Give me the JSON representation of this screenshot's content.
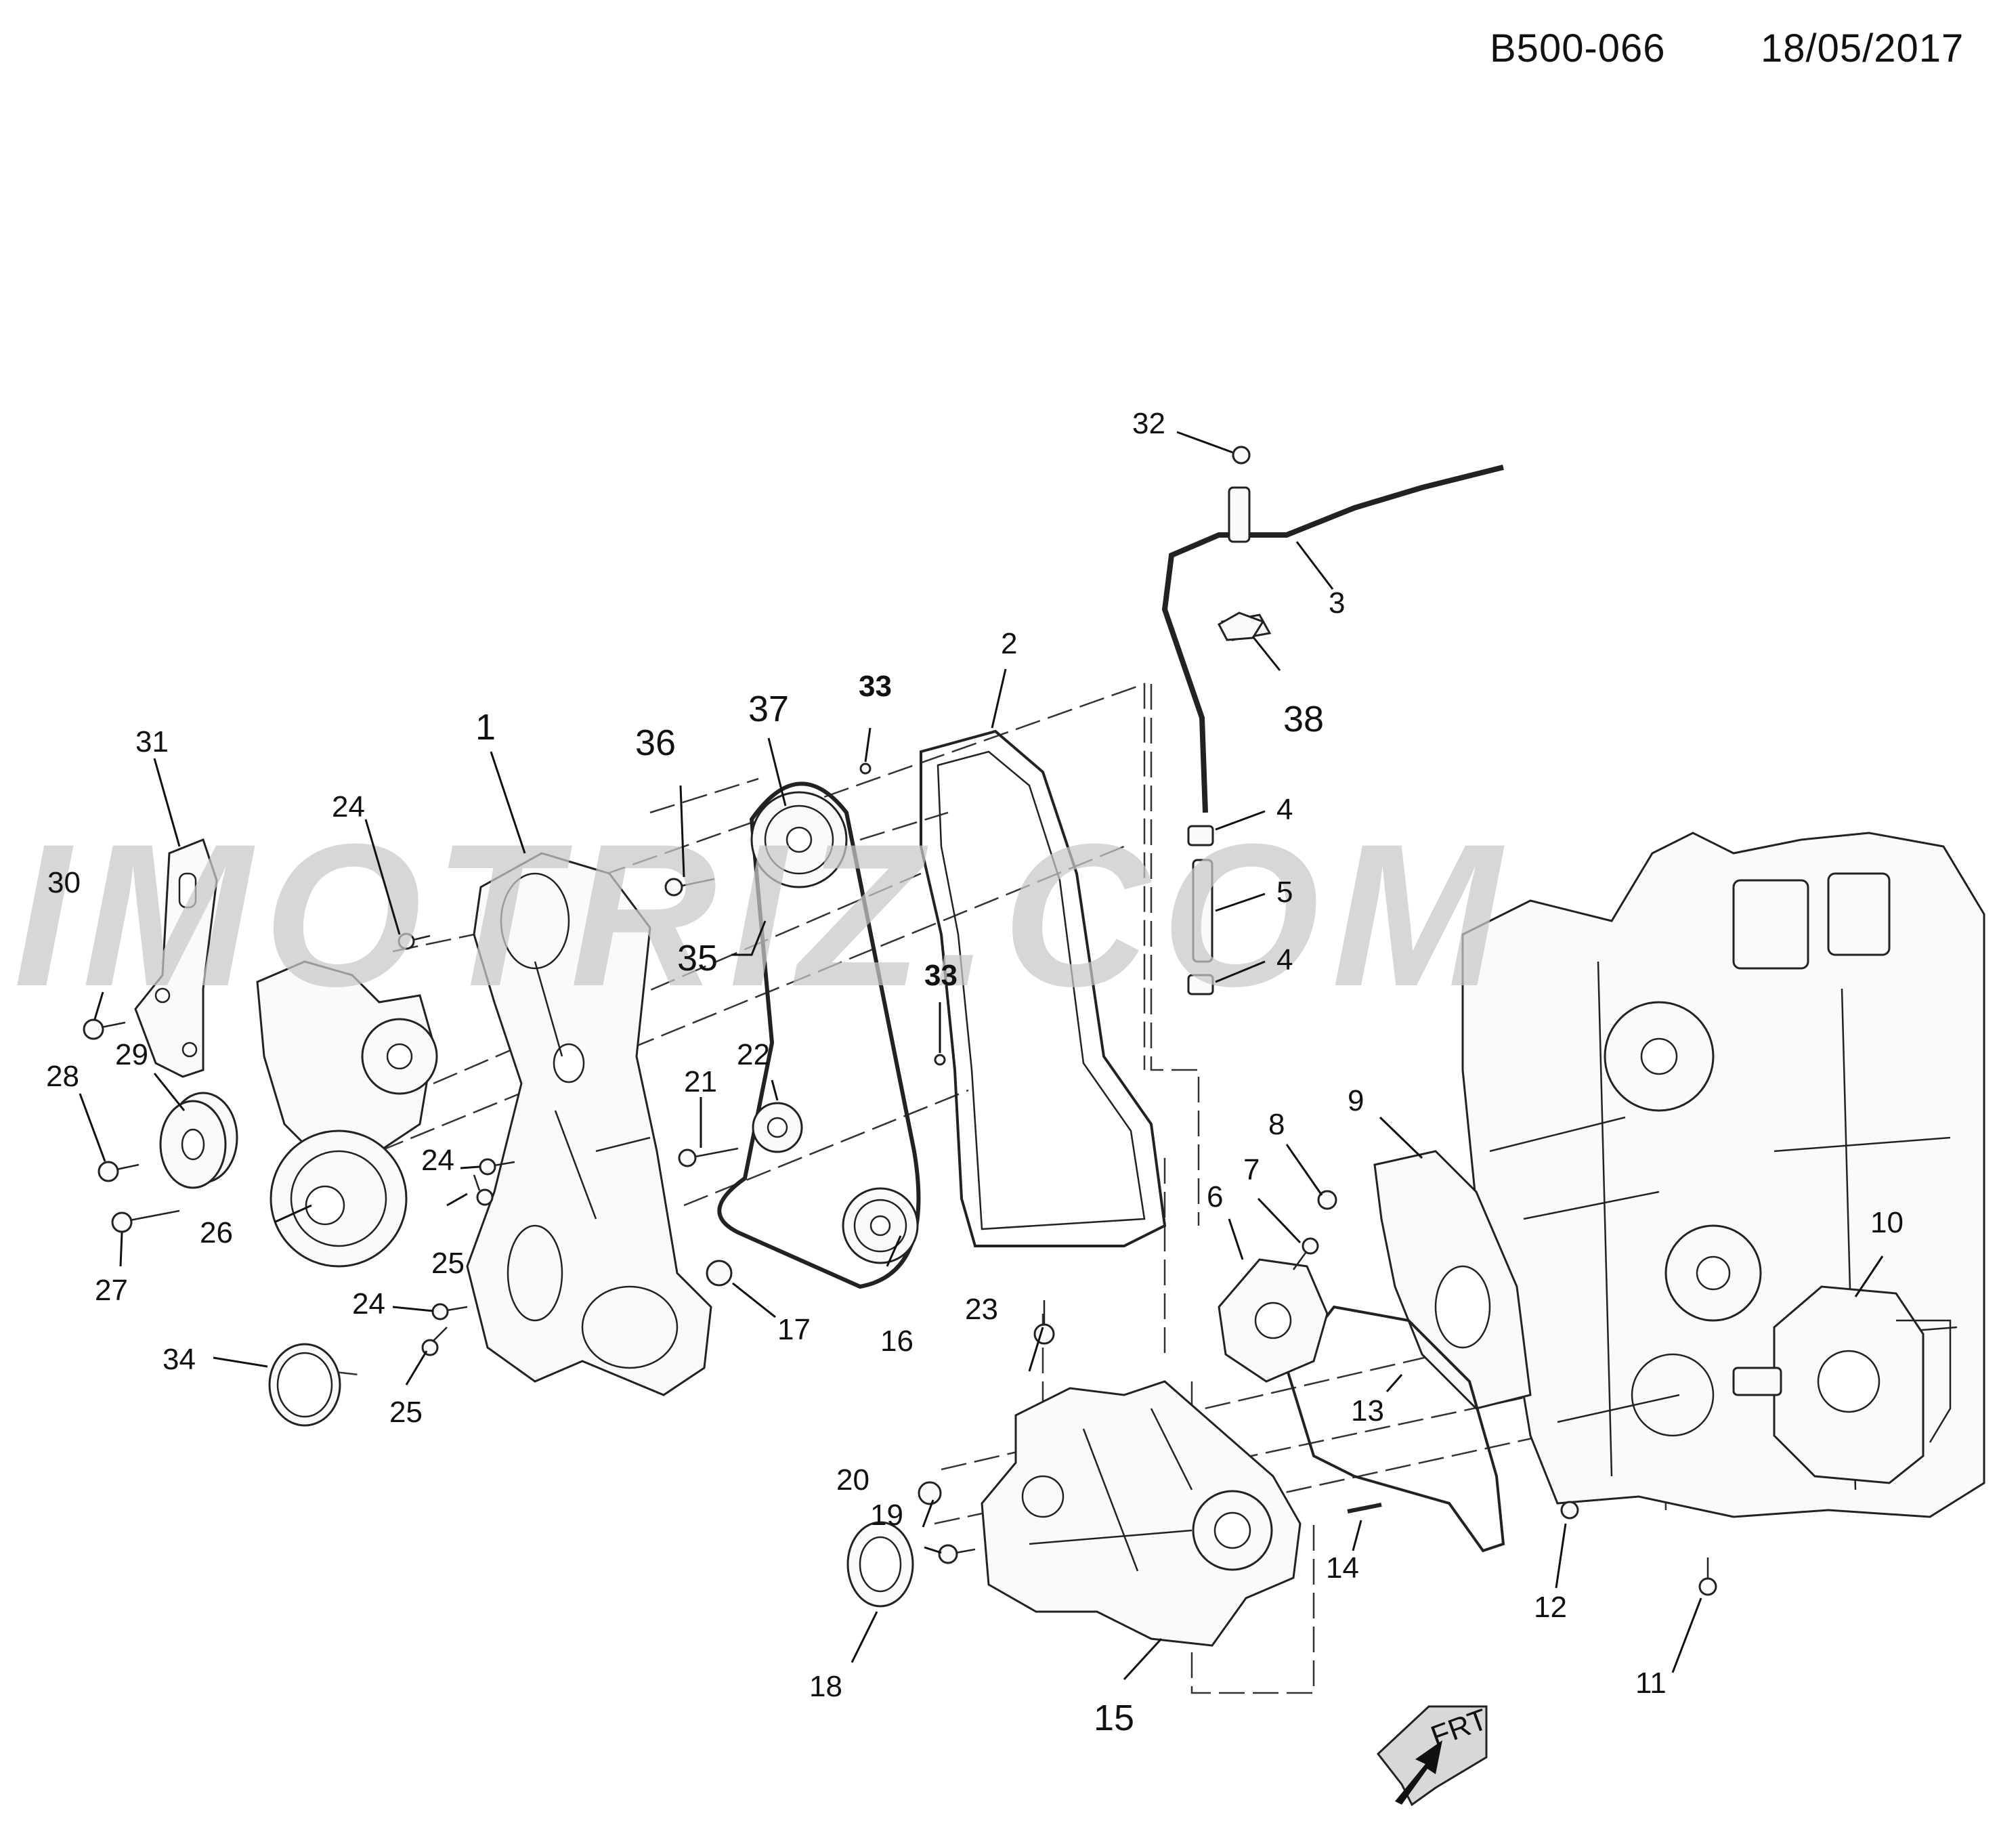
{
  "header": {
    "code": "B500-066",
    "date": "18/05/2017"
  },
  "watermark": "IMOTRIZ.COM",
  "front_marker": "FRT",
  "callouts": [
    "1",
    "2",
    "3",
    "4",
    "5",
    "6",
    "7",
    "8",
    "9",
    "10",
    "11",
    "12",
    "13",
    "14",
    "15",
    "16",
    "17",
    "18",
    "19",
    "20",
    "21",
    "22",
    "23",
    "24",
    "25",
    "26",
    "27",
    "28",
    "29",
    "30",
    "31",
    "32",
    "33",
    "34",
    "35",
    "36",
    "37",
    "38"
  ]
}
